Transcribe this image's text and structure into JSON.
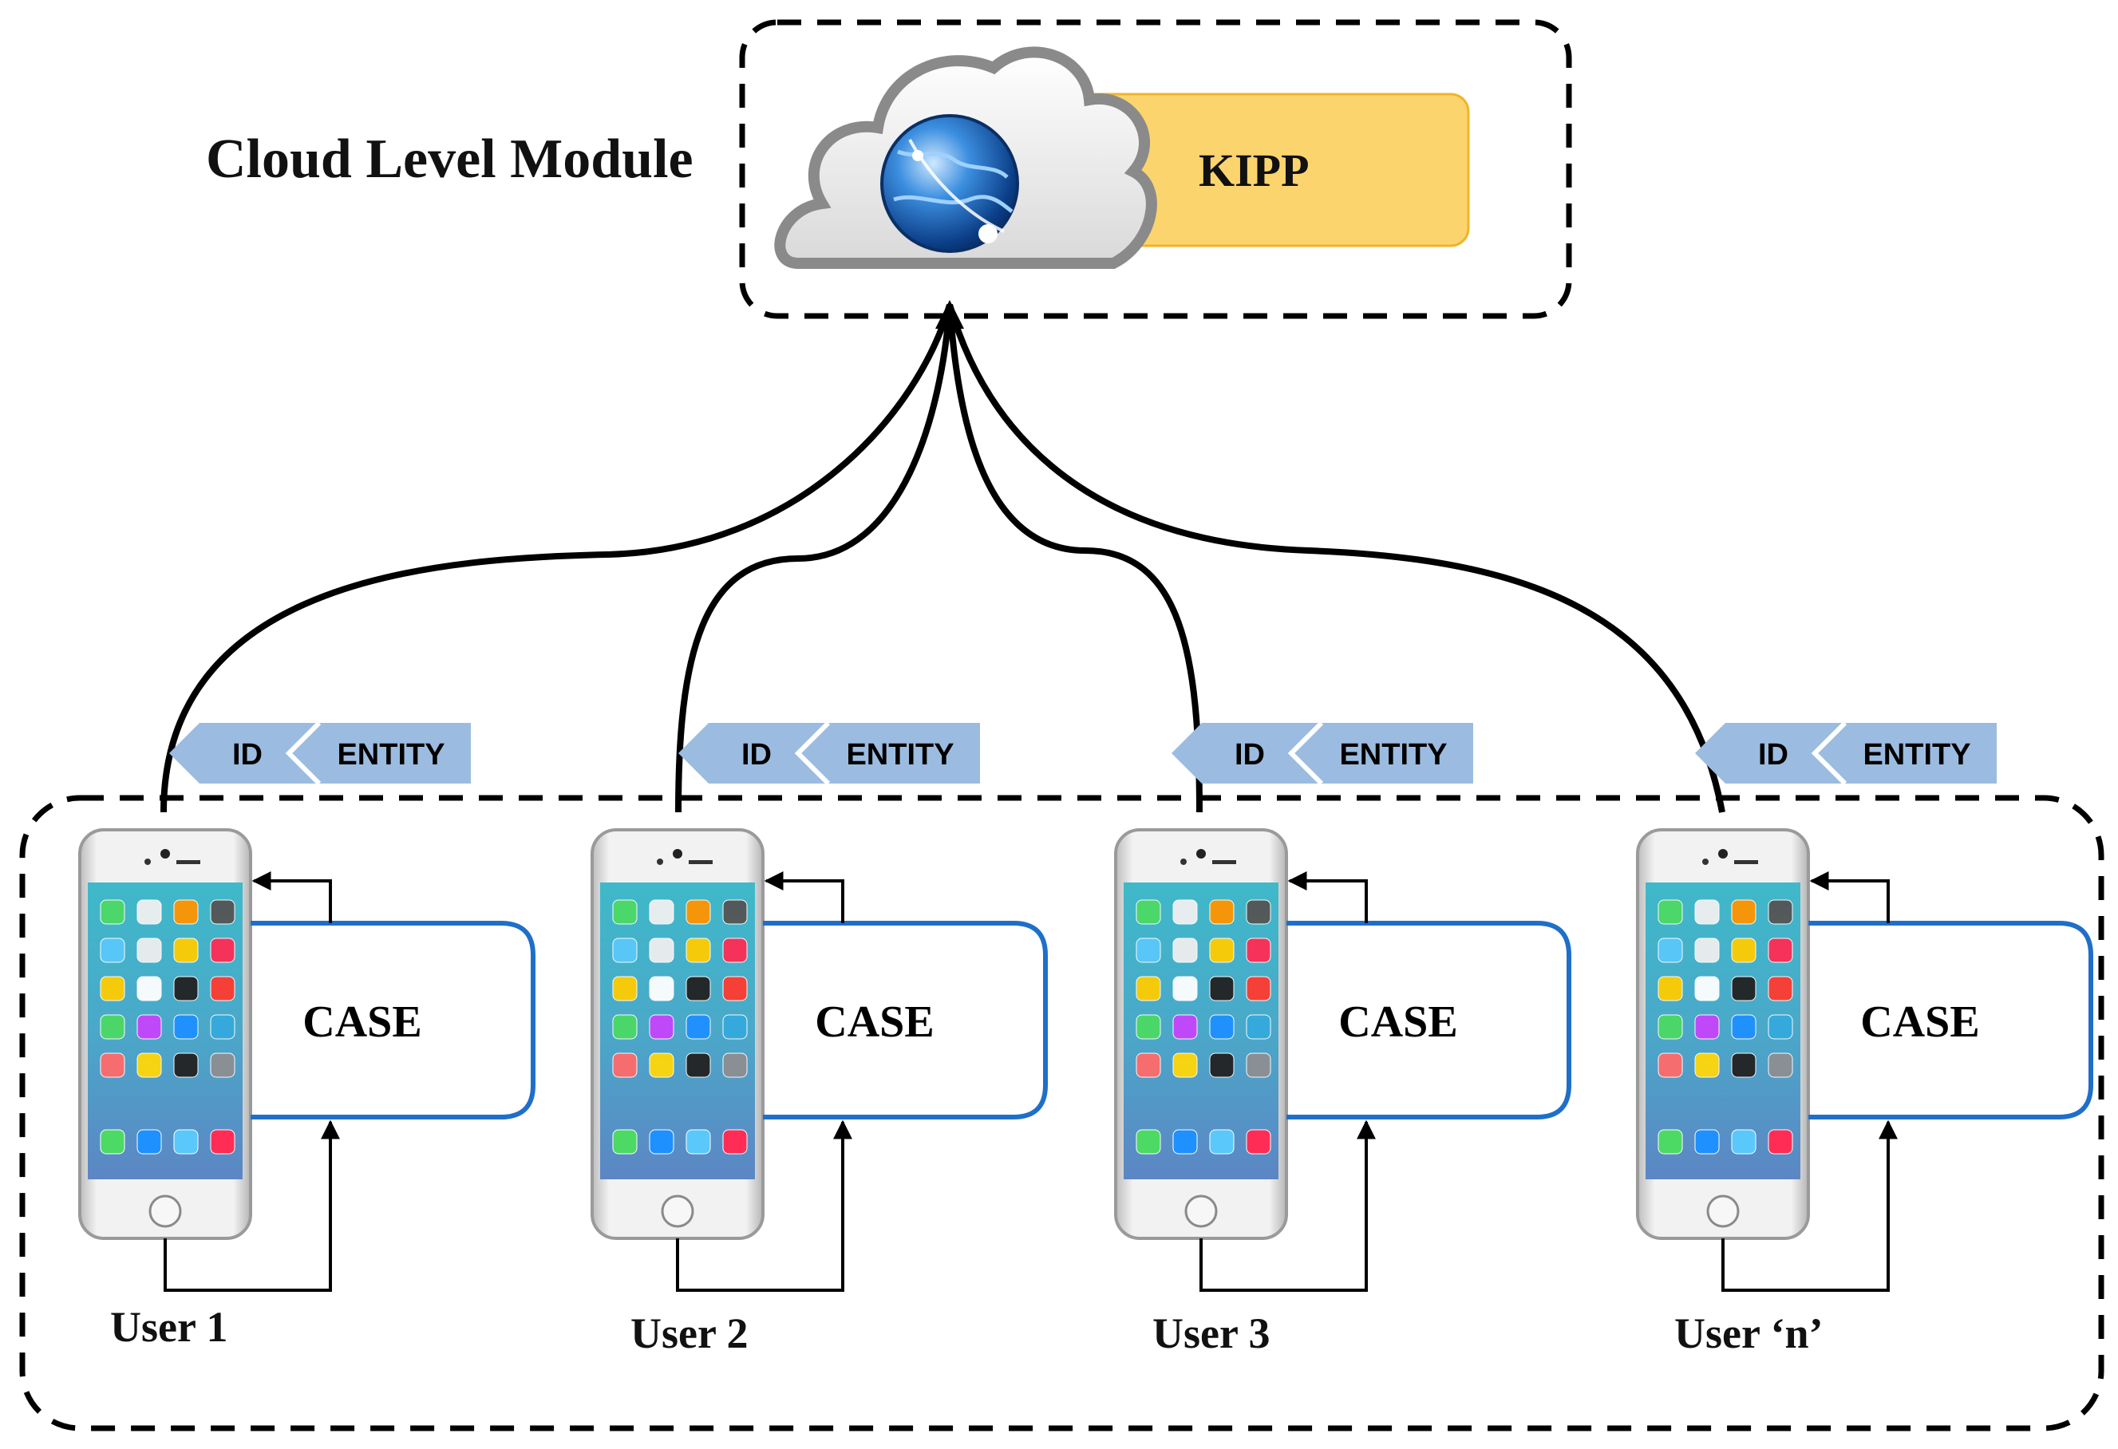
{
  "cloud_module": {
    "title": "Cloud Level Module",
    "service_label": "KIPP"
  },
  "tag": {
    "id_label": "ID",
    "entity_label": "ENTITY"
  },
  "case_label": "CASE",
  "users": [
    {
      "label": "User 1"
    },
    {
      "label": "User 2"
    },
    {
      "label": "User 3"
    },
    {
      "label": "User ‘n’"
    }
  ],
  "colors": {
    "kipp_fill": "#fbd46e",
    "kipp_border": "#f0b429",
    "tag_fill": "#9bbce0",
    "case_border": "#1f6fc9",
    "line": "#000000"
  },
  "icons": [
    "cloud-icon",
    "globe-icon",
    "smartphone-icon"
  ]
}
